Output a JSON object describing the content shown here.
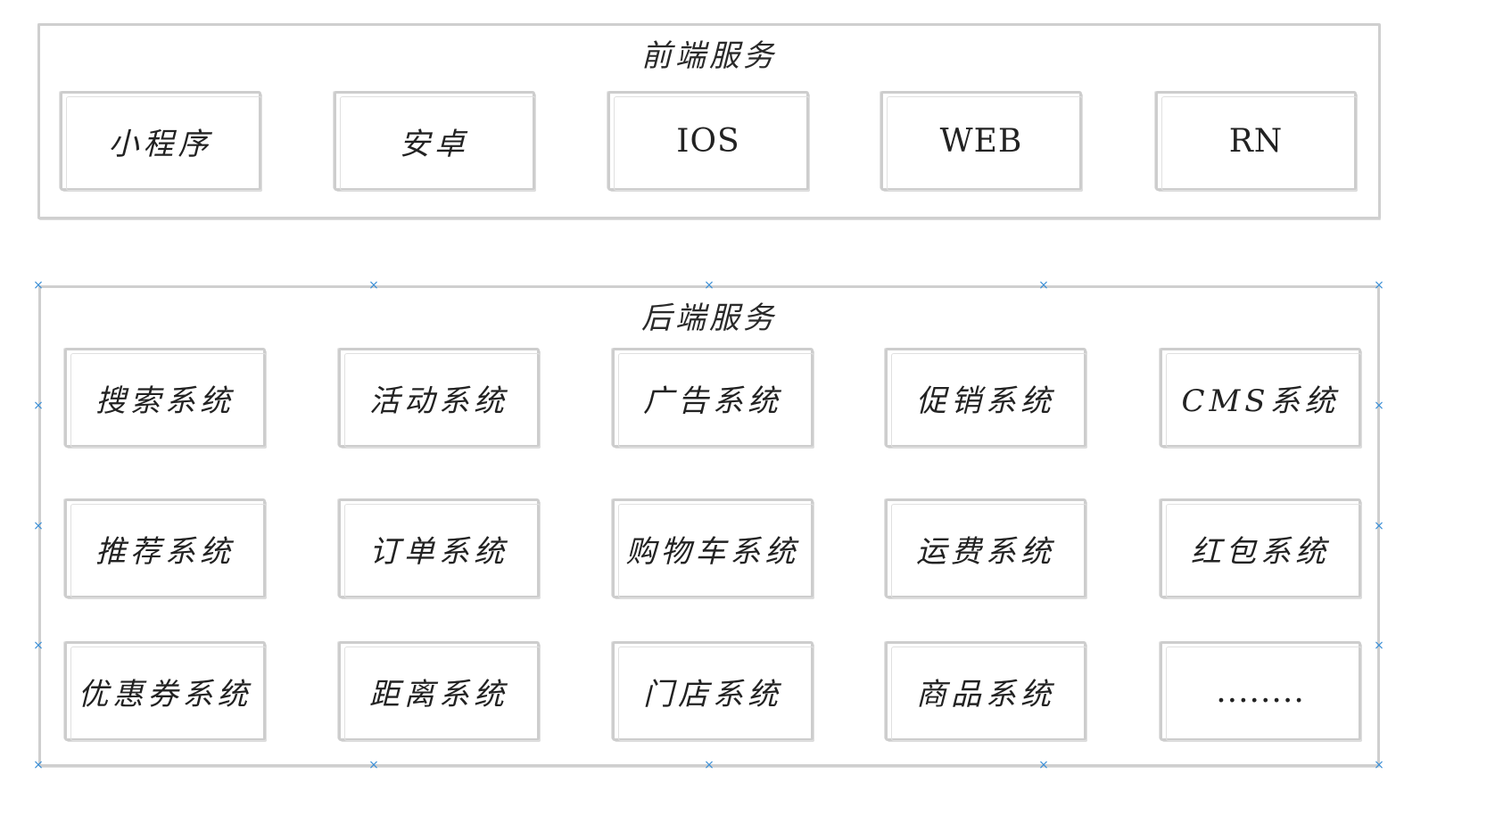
{
  "colors": {
    "border": "#cdcdcd",
    "text": "#222222",
    "handle": "#3b8fd6"
  },
  "handle_glyph": "×",
  "frontend": {
    "title": "前端服务",
    "items": [
      "小程序",
      "安卓",
      "IOS",
      "WEB",
      "RN"
    ]
  },
  "backend": {
    "title": "后端服务",
    "rows": [
      [
        "搜索系统",
        "活动系统",
        "广告系统",
        "促销系统",
        "CMS系统"
      ],
      [
        "推荐系统",
        "订单系统",
        "购物车系统",
        "运费系统",
        "红包系统"
      ],
      [
        "优惠券系统",
        "距离系统",
        "门店系统",
        "商品系统",
        "........"
      ]
    ]
  }
}
